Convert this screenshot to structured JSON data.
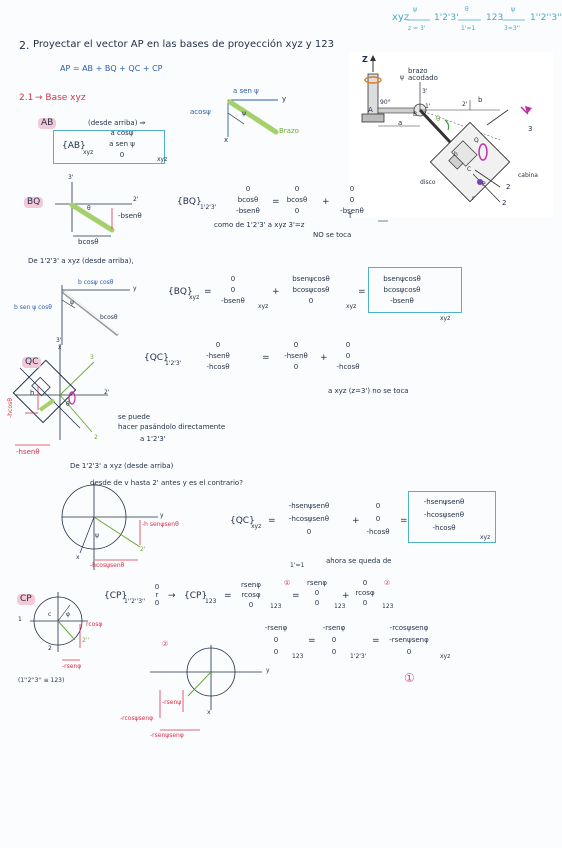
{
  "header": {
    "note_xyz": "xyz",
    "note_psi": "ψ",
    "note_zeq1": "z = 3'",
    "note_123p": "1'2'3'",
    "note_theta": "θ",
    "note_eq1": "1'=1",
    "note_123": "123",
    "note_psi2": "ψ",
    "note_eq3": "3=3''",
    "note_123pp": "1''2''3''"
  },
  "problem": {
    "number": "2.",
    "statement": "Proyectar el vector AP en las bases de proyección xyz y 123",
    "equation": "AP = AB + BQ + QC + CP"
  },
  "section": {
    "number": "2.1",
    "title": "→ Base xyz"
  },
  "figure": {
    "labels": {
      "z": "Z",
      "brazo": "brazo\nacodado",
      "ang90": "90°",
      "psi": "ψ",
      "A": "A",
      "three_p": "3'",
      "one_p": "1'",
      "two_p": "2'",
      "B": "B",
      "b": "b",
      "a": "a",
      "theta": "θ",
      "three": "3",
      "Q": "Q",
      "h": "h",
      "C": "C",
      "P": "P",
      "cabina": "cabina",
      "disco": "disco",
      "r": "r",
      "two": "2"
    }
  },
  "ab": {
    "tag": "AB",
    "desde": "(desde arriba) ⇒",
    "sketch": {
      "acos": "acosψ",
      "asen": "a sen ψ",
      "y": "y",
      "x": "x",
      "psi": "ψ",
      "brazo": "Brazo"
    },
    "lhs": "{AB}",
    "sub": "xyz",
    "matrix": [
      "a cosψ",
      "a sen ψ",
      "0"
    ],
    "note": "xyz"
  },
  "bq": {
    "tag": "BQ",
    "sketch": {
      "three_p": "3'",
      "two_p": "2'",
      "theta": "θ",
      "bsen": "-bsenθ",
      "bcos": "bcosθ"
    },
    "lhs": "{BQ}",
    "sub": "1'2'3'",
    "m1": [
      "0",
      "bcosθ",
      "-bsenθ"
    ],
    "m2": [
      "0",
      "bcosθ",
      "0"
    ],
    "m3": [
      "0",
      "0",
      "-bsenθ"
    ],
    "note_como": "como de 1'2'3' a xyz 3'=z",
    "note_no": "NO se toca",
    "note_t": "T"
  },
  "bq_xyz": {
    "intro": "De 1'2'3' a xyz (desde arriba),",
    "sketch": {
      "bcos": "b cosψ cosθ",
      "bsen": "b sen ψ cosθ",
      "bcos2": "bcosθ",
      "y": "y",
      "x": "x",
      "psi": "ψ"
    },
    "lhs": "{BQ}",
    "sub": "xyz",
    "m1": [
      "0",
      "0",
      "-bsenθ"
    ],
    "m1sub": "xyz",
    "m2": [
      "bsenψcosθ",
      "bcosψcosθ",
      "0"
    ],
    "m2sub": "xyz",
    "result": [
      "bsenψcosθ",
      "bcosψcosθ",
      "-bsenθ"
    ],
    "result_sub": "xyz"
  },
  "qc": {
    "tag": "QC",
    "sketch": {
      "three_p": "3'",
      "three": "3",
      "h": "h",
      "theta": "θ",
      "two_p": "2'",
      "two": "2",
      "hcos": "-hcosθ",
      "hsen": "-hsenθ"
    },
    "lhs": "{QC}",
    "sub": "1'2'3'",
    "m1": [
      "0",
      "-hsenθ",
      "-hcosθ"
    ],
    "m2": [
      "0",
      "-hsenθ",
      "0"
    ],
    "m3": [
      "0",
      "0",
      "-hcosθ"
    ],
    "note": "a xyz (z=3') no se toca",
    "side1": "se puede",
    "side2": "hacer pasándolo directamente",
    "side3": "a 1'2'3'"
  },
  "qc_xyz": {
    "intro": "De 1'2'3' a xyz (desde arriba)",
    "sub_note": "desde de v hasta 2' antes y es el contrario?",
    "sketch": {
      "hsen": "-h senψsenθ",
      "hcos": "-hcosψsenθ",
      "two_p": "2'",
      "y": "y",
      "x": "x",
      "psi": "ψ"
    },
    "lhs": "{QC}",
    "sub": "xyz",
    "m1": [
      "-hsenψsenθ",
      "-hcosψsenθ",
      "0"
    ],
    "m2": [
      "0",
      "0",
      "-hcosθ"
    ],
    "result": [
      "-hsenψsenθ",
      "-hcosψsenθ",
      "-hcosθ"
    ],
    "result_sub": "xyz"
  },
  "cp": {
    "tag": "CP",
    "sketch": {
      "one": "1",
      "c": "c",
      "phi": "φ",
      "two": "2",
      "rcos": "rcosφ",
      "rsen": "-rsenφ",
      "two_pp": "2''",
      "note": "(1''2''3'' ≡ 123)"
    },
    "lhs": "{CP}",
    "sub": "1''2''3''",
    "m1": [
      "0",
      "r",
      "0"
    ],
    "lhs2": "{CP}",
    "sub2": "123",
    "m2": [
      "rsenφ",
      "rcosφ",
      "0"
    ],
    "m2sub": "123",
    "ann": "ahora se queda de",
    "ann2": "1'=1",
    "m3": [
      "rsenφ",
      "0",
      "0"
    ],
    "m3sub": "123",
    "m4": [
      "0",
      "rcosφ",
      "0"
    ],
    "m4sub": "123",
    "circ1": "①",
    "circ2": "②"
  },
  "cp_row2": {
    "mark": "②",
    "m1": [
      "-rsenφ",
      "0",
      "0"
    ],
    "m1sub": "123",
    "m2": [
      "-rsenφ",
      "0",
      "0"
    ],
    "m2sub": "1'2'3'",
    "result": [
      "-rcosψsenφ",
      "-rsenψsenφ",
      "0"
    ],
    "result_sub": "xyz",
    "circ": "①"
  },
  "cp_sketch2": {
    "y": "y",
    "x": "x",
    "rsenv": "-rsenψ",
    "rcos": "-rcosψsenφ",
    "rsen": "-rsenψsenφ"
  }
}
